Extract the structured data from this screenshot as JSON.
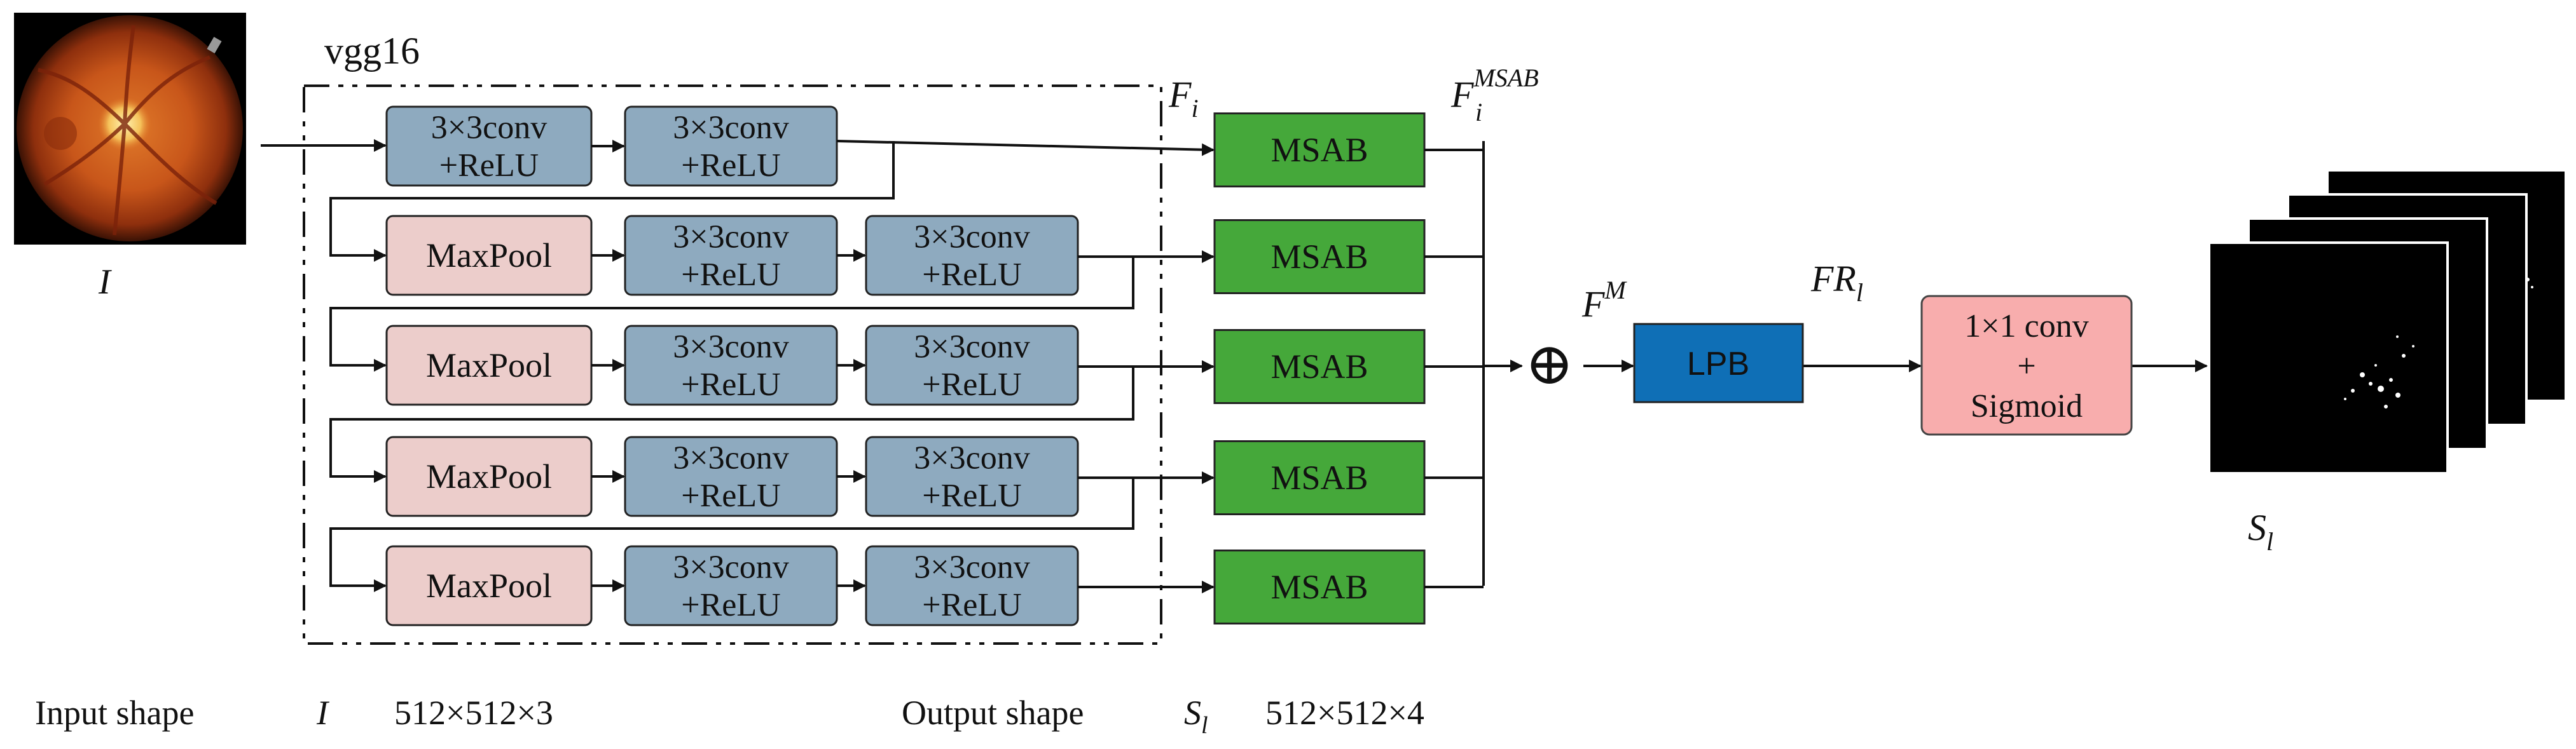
{
  "diagram": {
    "group_label": "vgg16",
    "input_symbol": "I",
    "colors": {
      "conv_fill": "#8eaabf",
      "maxpool_fill": "#eccdcb",
      "msab_fill": "#45a83a",
      "lpb_fill": "#0f6fb6",
      "head_fill": "#f8adad",
      "stroke": "#222222"
    },
    "stages": [
      {
        "maxpool": "",
        "convs": [
          {
            "line1": "3×3conv",
            "line2": "+ReLU"
          },
          {
            "line1": "3×3conv",
            "line2": "+ReLU"
          }
        ]
      },
      {
        "maxpool": "MaxPool",
        "convs": [
          {
            "line1": "3×3conv",
            "line2": "+ReLU"
          },
          {
            "line1": "3×3conv",
            "line2": "+ReLU"
          }
        ]
      },
      {
        "maxpool": "MaxPool",
        "convs": [
          {
            "line1": "3×3conv",
            "line2": "+ReLU"
          },
          {
            "line1": "3×3conv",
            "line2": "+ReLU"
          }
        ]
      },
      {
        "maxpool": "MaxPool",
        "convs": [
          {
            "line1": "3×3conv",
            "line2": "+ReLU"
          },
          {
            "line1": "3×3conv",
            "line2": "+ReLU"
          }
        ]
      },
      {
        "maxpool": "MaxPool",
        "convs": [
          {
            "line1": "3×3conv",
            "line2": "+ReLU"
          },
          {
            "line1": "3×3conv",
            "line2": "+ReLU"
          }
        ]
      }
    ],
    "feature_label": {
      "base": "F",
      "sub": "i"
    },
    "msab_output_label": {
      "base": "F",
      "sub": "i",
      "sup": "MSAB"
    },
    "msab_label": "MSAB",
    "sum_symbol": "⊕",
    "merged_label": {
      "base": "F",
      "sup": "M"
    },
    "lpb_label": "LPB",
    "lpb_output_label": {
      "base": "FR",
      "sub": "l"
    },
    "head": {
      "line1": "1×1 conv",
      "line2": "+",
      "line3": "Sigmoid"
    },
    "output_label": {
      "base": "S",
      "sub": "l"
    }
  },
  "footer": {
    "input_title": "Input shape",
    "input_symbol": "I",
    "input_shape": "512×512×3",
    "output_title": "Output shape",
    "output_symbol": {
      "base": "S",
      "sub": "l"
    },
    "output_shape": "512×512×4"
  }
}
